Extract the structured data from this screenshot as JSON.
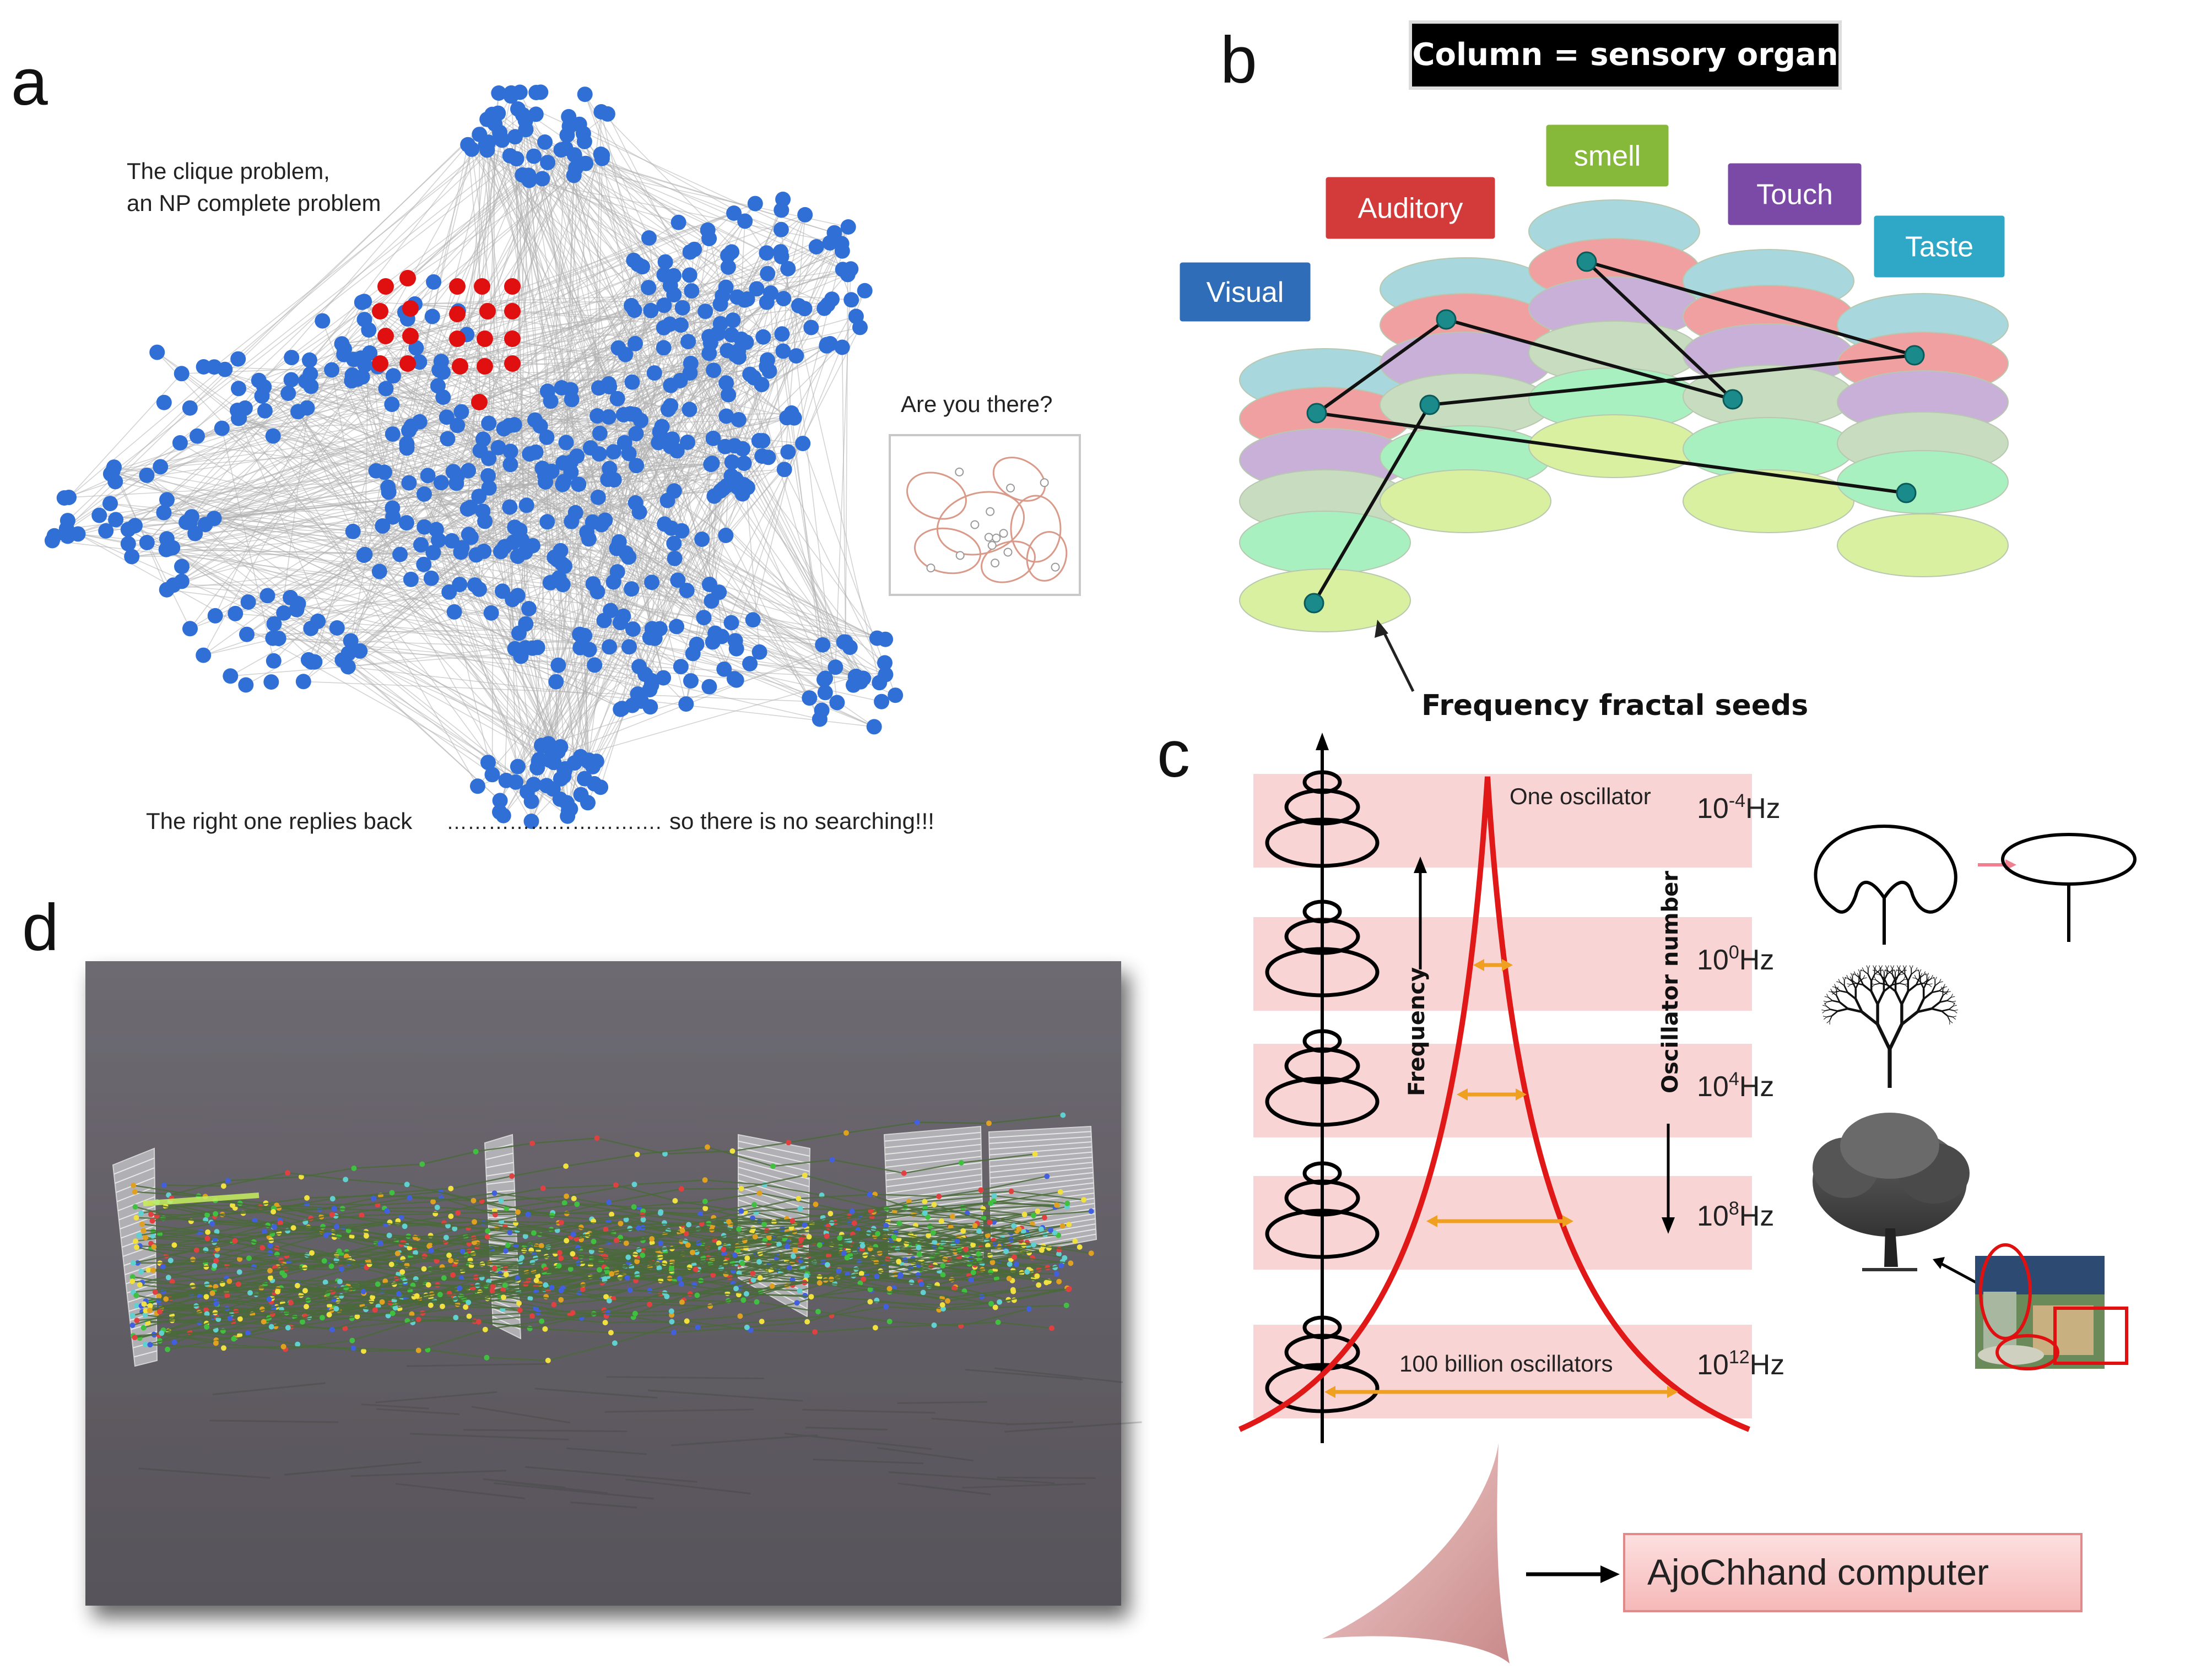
{
  "panels": {
    "a": {
      "letter": "a",
      "clique_text_1": "The clique problem,",
      "clique_text_2": "an NP complete problem",
      "are_you_there": "Are you there?",
      "right_one": "The right one replies back",
      "dots": "………………………….",
      "no_search": "so there is no searching!!!",
      "colors": {
        "node": "#2f6fd6",
        "clique": "#e01010",
        "edge": "#b0b0b0"
      }
    },
    "b": {
      "letter": "b",
      "header": "Column = sensory organ",
      "labels": [
        {
          "name": "Visual",
          "color": "#2f6db8"
        },
        {
          "name": "Auditory",
          "color": "#d33b3b"
        },
        {
          "name": "smell",
          "color": "#86b83a"
        },
        {
          "name": "Touch",
          "color": "#7a4aa6"
        },
        {
          "name": "Taste",
          "color": "#2fa8c8"
        }
      ],
      "seeds_label": "Frequency fractal seeds",
      "layer_colors": [
        "#a8d8de",
        "#f0a0a0",
        "#c9b0d8",
        "#c8dcc0",
        "#a8f0c0",
        "#d8f0a0"
      ]
    },
    "c": {
      "letter": "c",
      "one_oscillator": "One oscillator",
      "billion": "100 billion oscillators",
      "frequency": "Frequency",
      "oscillator_number": "Oscillator number",
      "bands": [
        {
          "base": "10",
          "exp": "-4",
          "unit": "Hz"
        },
        {
          "base": "10",
          "exp": "0",
          "unit": "Hz"
        },
        {
          "base": "10",
          "exp": "4",
          "unit": "Hz"
        },
        {
          "base": "10",
          "exp": "8",
          "unit": "Hz"
        },
        {
          "base": "10",
          "exp": "12",
          "unit": "Hz"
        }
      ],
      "computer_label": "AjoChhand computer",
      "colors": {
        "band": "#f9d4d4",
        "curve": "#e01818",
        "arrow": "#f0a020"
      }
    },
    "d": {
      "letter": "d"
    }
  }
}
